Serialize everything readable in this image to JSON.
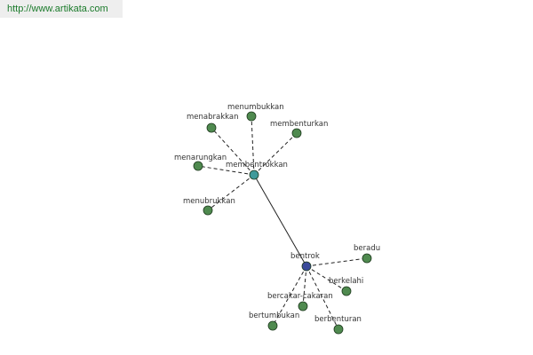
{
  "header": {
    "url": "http://www.artikata.com"
  },
  "colors": {
    "leaf": "#4f8a4f",
    "hub1": "#3f9a9a",
    "hub2": "#3a4a9a",
    "stroke": "#1e3a1e"
  },
  "graph": {
    "nodes": [
      {
        "id": "membentrokkan",
        "label": "membentrokkan",
        "type": "hub1"
      },
      {
        "id": "bentrok",
        "label": "bentrok",
        "type": "hub2"
      },
      {
        "id": "menabrakkan",
        "label": "menabrakkan",
        "type": "leaf"
      },
      {
        "id": "menumbukkan",
        "label": "menumbukkan",
        "type": "leaf"
      },
      {
        "id": "membenturkan",
        "label": "membenturkan",
        "type": "leaf"
      },
      {
        "id": "menarungkan",
        "label": "menarungkan",
        "type": "leaf"
      },
      {
        "id": "menubrukkan",
        "label": "menubrukkan",
        "type": "leaf"
      },
      {
        "id": "beradu",
        "label": "beradu",
        "type": "leaf"
      },
      {
        "id": "berkelahi",
        "label": "berkelahi",
        "type": "leaf"
      },
      {
        "id": "bercakar-cakaran",
        "label": "bercakar-cakaran",
        "type": "leaf"
      },
      {
        "id": "bertumbukan",
        "label": "bertumbukan",
        "type": "leaf"
      },
      {
        "id": "berbenturan",
        "label": "berbenturan",
        "type": "leaf"
      }
    ],
    "edges": [
      {
        "from": "membentrokkan",
        "to": "bentrok",
        "style": "solid"
      },
      {
        "from": "membentrokkan",
        "to": "menabrakkan",
        "style": "dashed"
      },
      {
        "from": "membentrokkan",
        "to": "menumbukkan",
        "style": "dashed"
      },
      {
        "from": "membentrokkan",
        "to": "membenturkan",
        "style": "dashed"
      },
      {
        "from": "membentrokkan",
        "to": "menarungkan",
        "style": "dashed"
      },
      {
        "from": "membentrokkan",
        "to": "menubrukkan",
        "style": "dashed"
      },
      {
        "from": "bentrok",
        "to": "beradu",
        "style": "dashed"
      },
      {
        "from": "bentrok",
        "to": "berkelahi",
        "style": "dashed"
      },
      {
        "from": "bentrok",
        "to": "bercakar-cakaran",
        "style": "dashed"
      },
      {
        "from": "bentrok",
        "to": "bertumbukan",
        "style": "dashed"
      },
      {
        "from": "bentrok",
        "to": "berbenturan",
        "style": "dashed"
      }
    ]
  }
}
